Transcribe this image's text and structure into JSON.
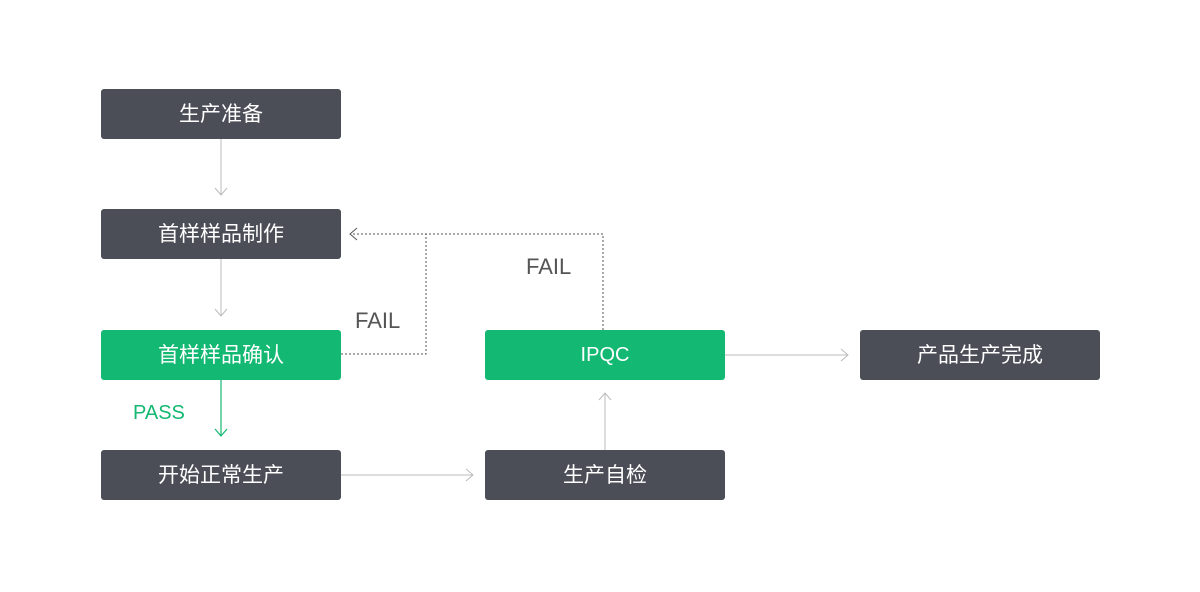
{
  "nodes": {
    "prep": "生产准备",
    "sample_make": "首样样品制作",
    "sample_confirm": "首样样品确认",
    "start_production": "开始正常生产",
    "self_check": "生产自检",
    "ipqc": "IPQC",
    "complete": "产品生产完成"
  },
  "edge_labels": {
    "fail_confirm": "FAIL",
    "fail_ipqc": "FAIL",
    "pass": "PASS"
  },
  "colors": {
    "dark_node": "#4b4e57",
    "green_node": "#13b872",
    "connector": "#bbbbbb",
    "dashed_connector": "#555555",
    "pass_connector": "#13b872"
  }
}
